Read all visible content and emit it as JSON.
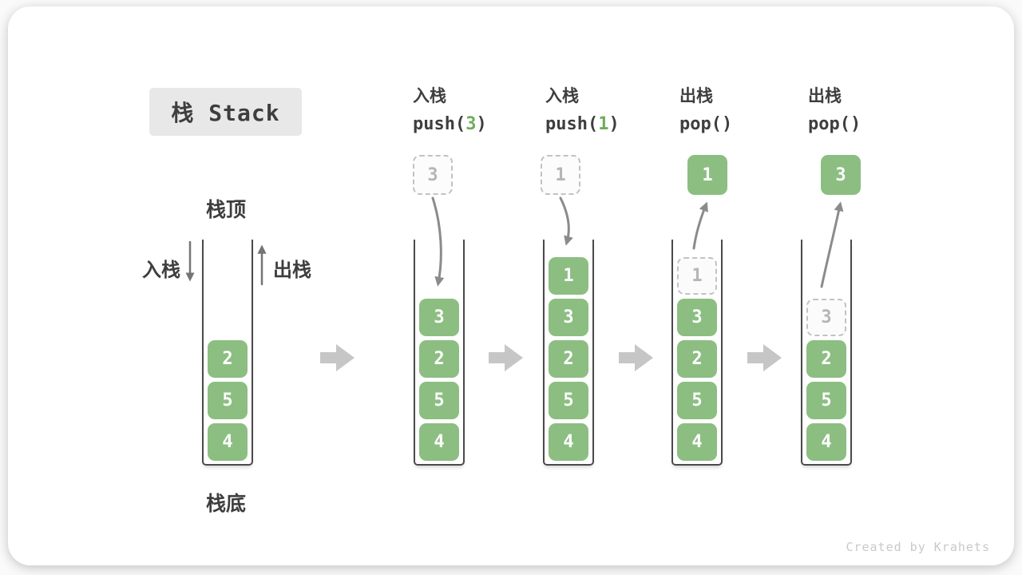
{
  "title": "栈 Stack",
  "labels": {
    "stack_top": "栈顶",
    "stack_bottom": "栈底",
    "push_side": "入栈",
    "pop_side": "出栈"
  },
  "operations": [
    {
      "name": "入栈",
      "code_before": "push(",
      "arg": "3",
      "code_after": ")"
    },
    {
      "name": "入栈",
      "code_before": "push(",
      "arg": "1",
      "code_after": ")"
    },
    {
      "name": "出栈",
      "code_before": "pop(",
      "arg": "",
      "code_after": ")"
    },
    {
      "name": "出栈",
      "code_before": "pop(",
      "arg": "",
      "code_after": ")"
    }
  ],
  "stacks": [
    {
      "floating": null,
      "flow": null,
      "cells_top_to_bottom": [
        {
          "value": "2",
          "type": "solid"
        },
        {
          "value": "5",
          "type": "solid"
        },
        {
          "value": "4",
          "type": "solid"
        }
      ]
    },
    {
      "floating": {
        "value": "3",
        "type": "ghost"
      },
      "flow": "in",
      "cells_top_to_bottom": [
        {
          "value": "3",
          "type": "solid"
        },
        {
          "value": "2",
          "type": "solid"
        },
        {
          "value": "5",
          "type": "solid"
        },
        {
          "value": "4",
          "type": "solid"
        }
      ]
    },
    {
      "floating": {
        "value": "1",
        "type": "ghost"
      },
      "flow": "in",
      "cells_top_to_bottom": [
        {
          "value": "1",
          "type": "solid"
        },
        {
          "value": "3",
          "type": "solid"
        },
        {
          "value": "2",
          "type": "solid"
        },
        {
          "value": "5",
          "type": "solid"
        },
        {
          "value": "4",
          "type": "solid"
        }
      ]
    },
    {
      "floating": {
        "value": "1",
        "type": "solid"
      },
      "flow": "out",
      "cells_top_to_bottom": [
        {
          "value": "1",
          "type": "ghost"
        },
        {
          "value": "3",
          "type": "solid"
        },
        {
          "value": "2",
          "type": "solid"
        },
        {
          "value": "5",
          "type": "solid"
        },
        {
          "value": "4",
          "type": "solid"
        }
      ]
    },
    {
      "floating": {
        "value": "3",
        "type": "solid"
      },
      "flow": "out",
      "cells_top_to_bottom": [
        {
          "value": "3",
          "type": "ghost"
        },
        {
          "value": "2",
          "type": "solid"
        },
        {
          "value": "5",
          "type": "solid"
        },
        {
          "value": "4",
          "type": "solid"
        }
      ]
    }
  ],
  "credit": "Created by Krahets",
  "colors": {
    "cell_green": "#8CBE82",
    "arg_green": "#6FAD5C",
    "ghost_border": "#c2c2c2",
    "ghost_text": "#b5b5b5",
    "arrow_gray": "#8b8b8b",
    "block_arrow_gray": "#c6c6c6",
    "title_bg": "#e8e8e8",
    "text_dark": "#3e3e3e"
  }
}
